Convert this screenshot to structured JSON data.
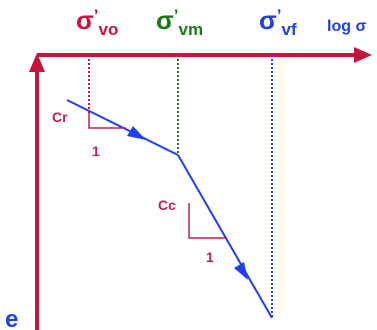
{
  "colors": {
    "axis": "#c8143c",
    "curve": "#1f3ff0",
    "annotation": "#b8234a",
    "sigma_vo": "#c8143c",
    "sigma_vm": "#1a7a1a",
    "sigma_vf": "#1f3ff0",
    "log_sigma": "#1f3ff0"
  },
  "labels": {
    "sigma": "σ",
    "prime": "’",
    "sub_vo": "vo",
    "sub_vm": "vm",
    "sub_vf": "vf",
    "log_sigma_text": "log σ",
    "e_axis": "e",
    "cr": "Cr",
    "cr_ratio": "1",
    "cc": "Cc",
    "cc_ratio": "1"
  },
  "icons": {
    "x_axis_arrow": "arrow-right",
    "y_axis_arrow": "arrow-up",
    "curve_arrows": "arrow-head"
  }
}
